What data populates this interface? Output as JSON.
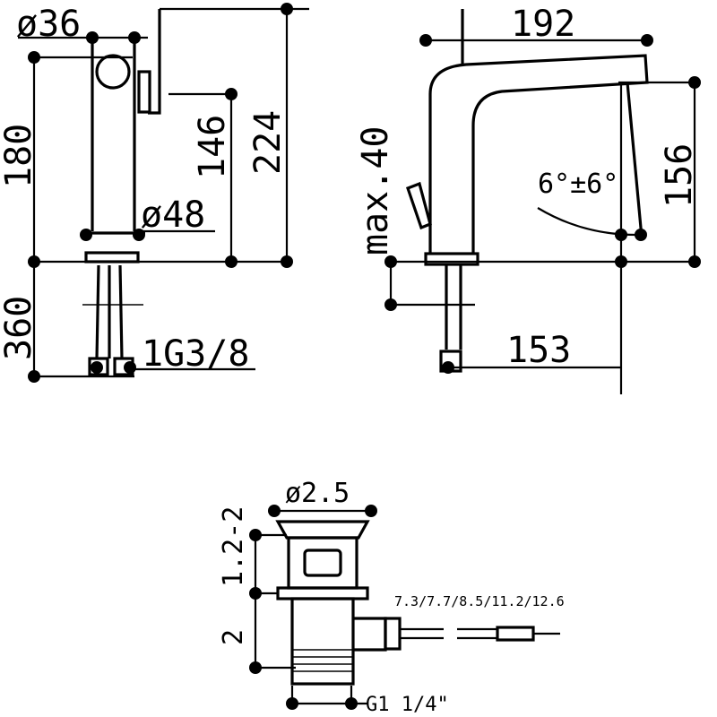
{
  "side_view": {
    "diameter_top": "ø36",
    "height_body": "180",
    "height_mid": "146",
    "height_total": "224",
    "diameter_base": "ø48",
    "below_deck": "360",
    "connection": "1G3/8"
  },
  "front_view": {
    "reach": "192",
    "max_deck": "max.40",
    "angle": "6°±6°",
    "spout_height": "156",
    "spout_projection": "153"
  },
  "drain_view": {
    "diameter": "ø2.5",
    "flange": "1.2-2",
    "body": "2",
    "rod_lengths": "7.3/7.7/8.5/11.2/12.6",
    "thread": "G1 1/4\""
  }
}
